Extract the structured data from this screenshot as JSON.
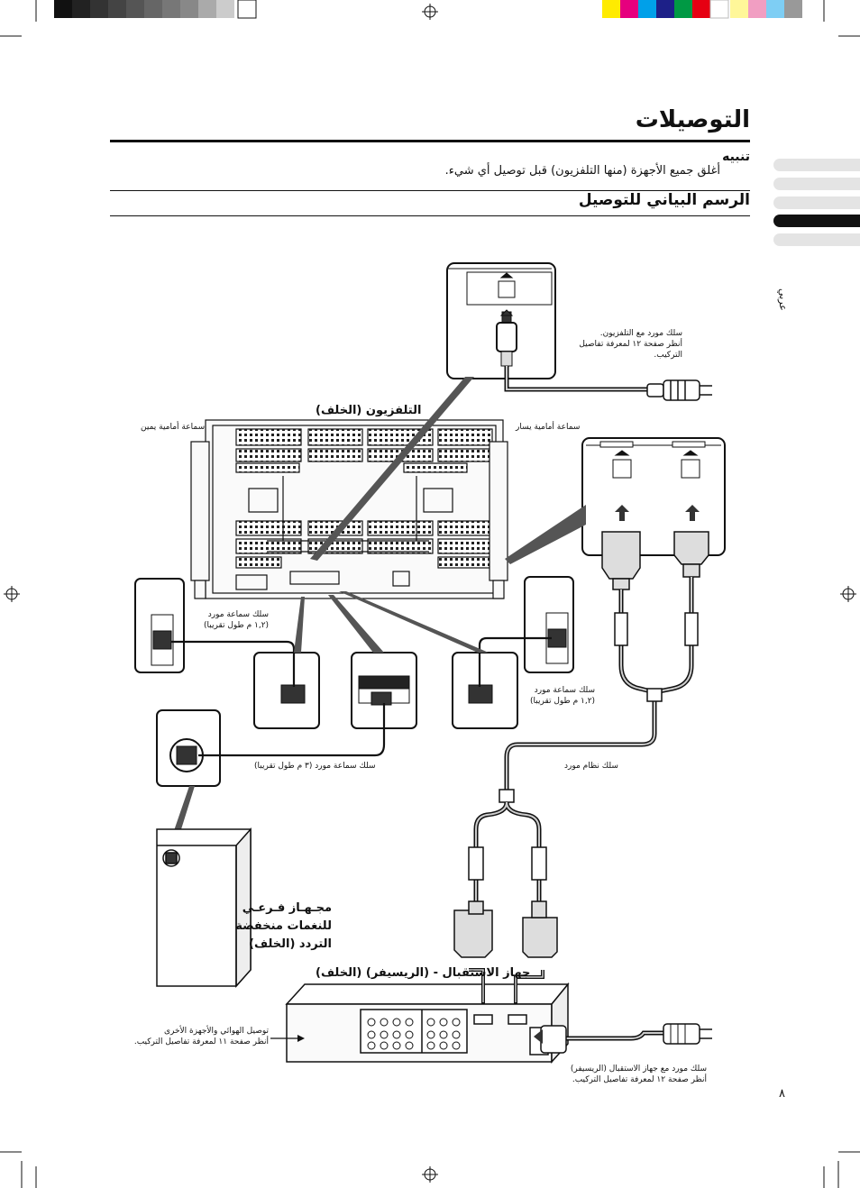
{
  "header": {
    "title": "التوصيلات"
  },
  "caution": {
    "label": "تنبيه",
    "text": "أغلق جميع الأجهزة (منها التلفزيون) قبل توصيل أي شيء."
  },
  "section": {
    "title": "الرسم البياني للتوصيل"
  },
  "side_tabs": {
    "label": "عربي"
  },
  "diagram": {
    "tv_label": "التلفزيون (الخلف)",
    "front_speaker_right": "سماعة أمامية يمين",
    "front_speaker_left": "سماعة أمامية يسار",
    "power_cord_tv": [
      "سلك مورد مع التلفزيون.",
      "أنظر صفحة ١٢ لمعرفة تفاصيل",
      "التركيب."
    ],
    "speaker_cable_left": [
      "سلك سماعة مورد",
      "(١,٢ م طول تقريبا)"
    ],
    "speaker_cable_right": [
      "سلك سماعة مورد",
      "(١,٢ م طول تقريبا)"
    ],
    "speaker_cable_sub": "سلك سماعة مورد (٣ م طول تقريبا)",
    "system_cable": "سلك نظام مورد",
    "subwoofer_label": [
      "مجـهـاز فـرعـي",
      "للنغمات منخفضة",
      "التردد (الخلف)"
    ],
    "receiver_label": "جهاز الاستقبال - (الريسيفر) (الخلف)",
    "antenna_note": [
      "توصيل الهوائي والأجهزة الأخرى",
      "أنظر صفحة ١١ لمعرفة تفاصيل التركيب."
    ],
    "power_cord_receiver": [
      "سلك مورد مع جهاز الاستقبال (الريسيفر)",
      "أنظر صفحة ١٢ لمعرفة تفاصيل التركيب."
    ]
  },
  "page_number": "٨",
  "colors": {
    "text": "#111111",
    "tab_inactive": "#e4e4e4",
    "tab_active": "#111111",
    "device_fill": "#f2f2f2"
  }
}
